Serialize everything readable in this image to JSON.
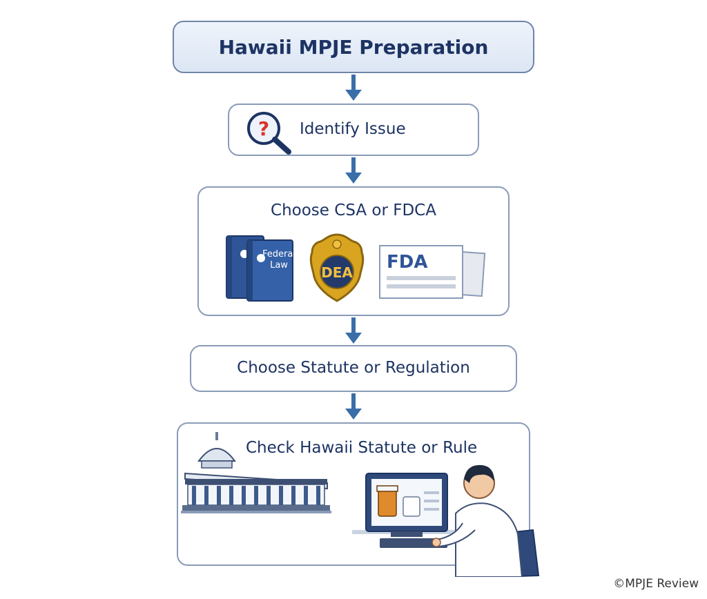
{
  "flow": {
    "title": "Hawaii MPJE Preparation",
    "step1": "Identify Issue",
    "step2": "Choose CSA or FDCA",
    "step3": "Choose Statute or Regulation",
    "step4": "Check Hawaii Statute or Rule"
  },
  "icons": {
    "book_label_line1": "Federal",
    "book_label_line2": "Law",
    "badge_label": "DEA",
    "fda_label": "FDA"
  },
  "colors": {
    "box_border": "#8a9bb8",
    "text": "#1d3363",
    "arrow": "#3a6ea8",
    "gold": "#d9a520"
  },
  "footer": {
    "copyright": "©MPJE Review"
  }
}
